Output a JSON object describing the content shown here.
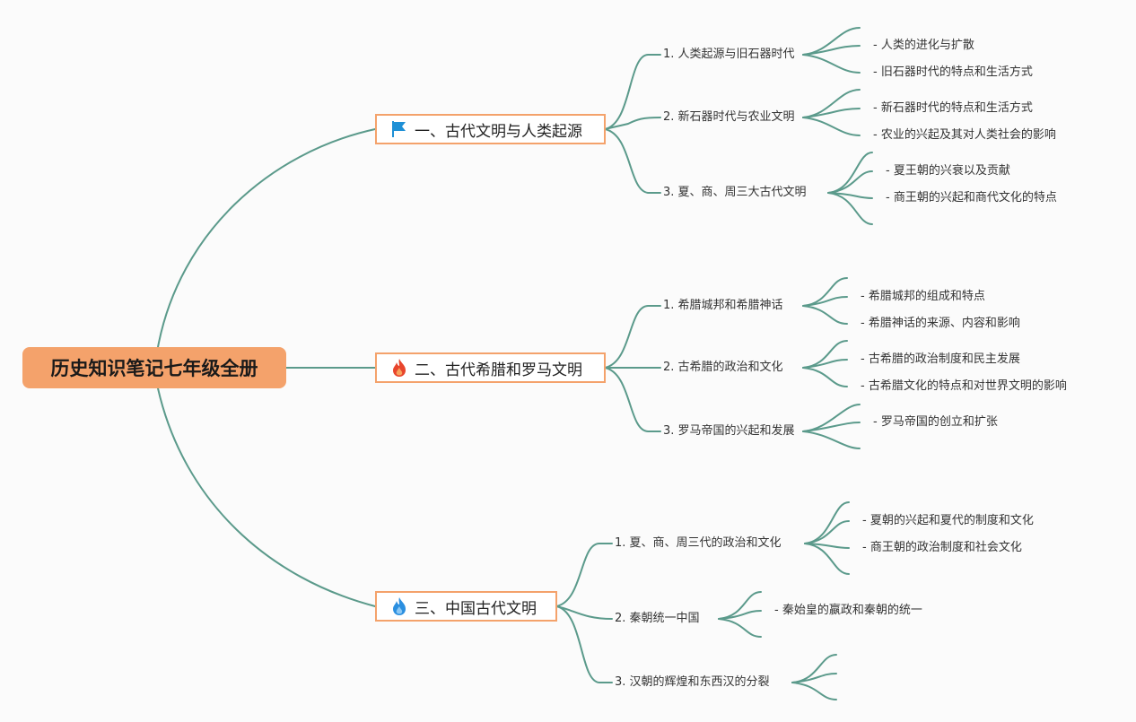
{
  "root": {
    "label": "历史知识笔记七年级全册"
  },
  "colors": {
    "root_fill": "#f4a26b",
    "branch_border": "#f4a26b",
    "link": "#5b9a8b",
    "flag_icon": "#1e90d6",
    "fire_red": "#e8452c",
    "fire_blue": "#2b8fe0"
  },
  "branches": [
    {
      "label": "一、古代文明与人类起源",
      "icon": "flag-icon",
      "subs": [
        {
          "label": "1. 人类起源与旧石器时代",
          "leaves": [
            "- 人类的进化与扩散",
            "- 旧石器时代的特点和生活方式"
          ]
        },
        {
          "label": "2. 新石器时代与农业文明",
          "leaves": [
            "- 新石器时代的特点和生活方式",
            "- 农业的兴起及其对人类社会的影响"
          ]
        },
        {
          "label": "3. 夏、商、周三大古代文明",
          "leaves": [
            "- 夏王朝的兴衰以及贡献",
            "- 商王朝的兴起和商代文化的特点"
          ]
        }
      ]
    },
    {
      "label": "二、古代希腊和罗马文明",
      "icon": "fire-red-icon",
      "subs": [
        {
          "label": "1. 希腊城邦和希腊神话",
          "leaves": [
            "- 希腊城邦的组成和特点",
            "- 希腊神话的来源、内容和影响"
          ]
        },
        {
          "label": "2. 古希腊的政治和文化",
          "leaves": [
            "- 古希腊的政治制度和民主发展",
            "- 古希腊文化的特点和对世界文明的影响"
          ]
        },
        {
          "label": "3. 罗马帝国的兴起和发展",
          "leaves": [
            "- 罗马帝国的创立和扩张"
          ]
        }
      ]
    },
    {
      "label": "三、中国古代文明",
      "icon": "fire-blue-icon",
      "subs": [
        {
          "label": "1. 夏、商、周三代的政治和文化",
          "leaves": [
            "- 夏朝的兴起和夏代的制度和文化",
            "- 商王朝的政治制度和社会文化"
          ]
        },
        {
          "label": "2. 秦朝统一中国",
          "leaves": [
            "- 秦始皇的嬴政和秦朝的统一"
          ]
        },
        {
          "label": "3. 汉朝的辉煌和东西汉的分裂",
          "leaves": []
        }
      ]
    }
  ]
}
